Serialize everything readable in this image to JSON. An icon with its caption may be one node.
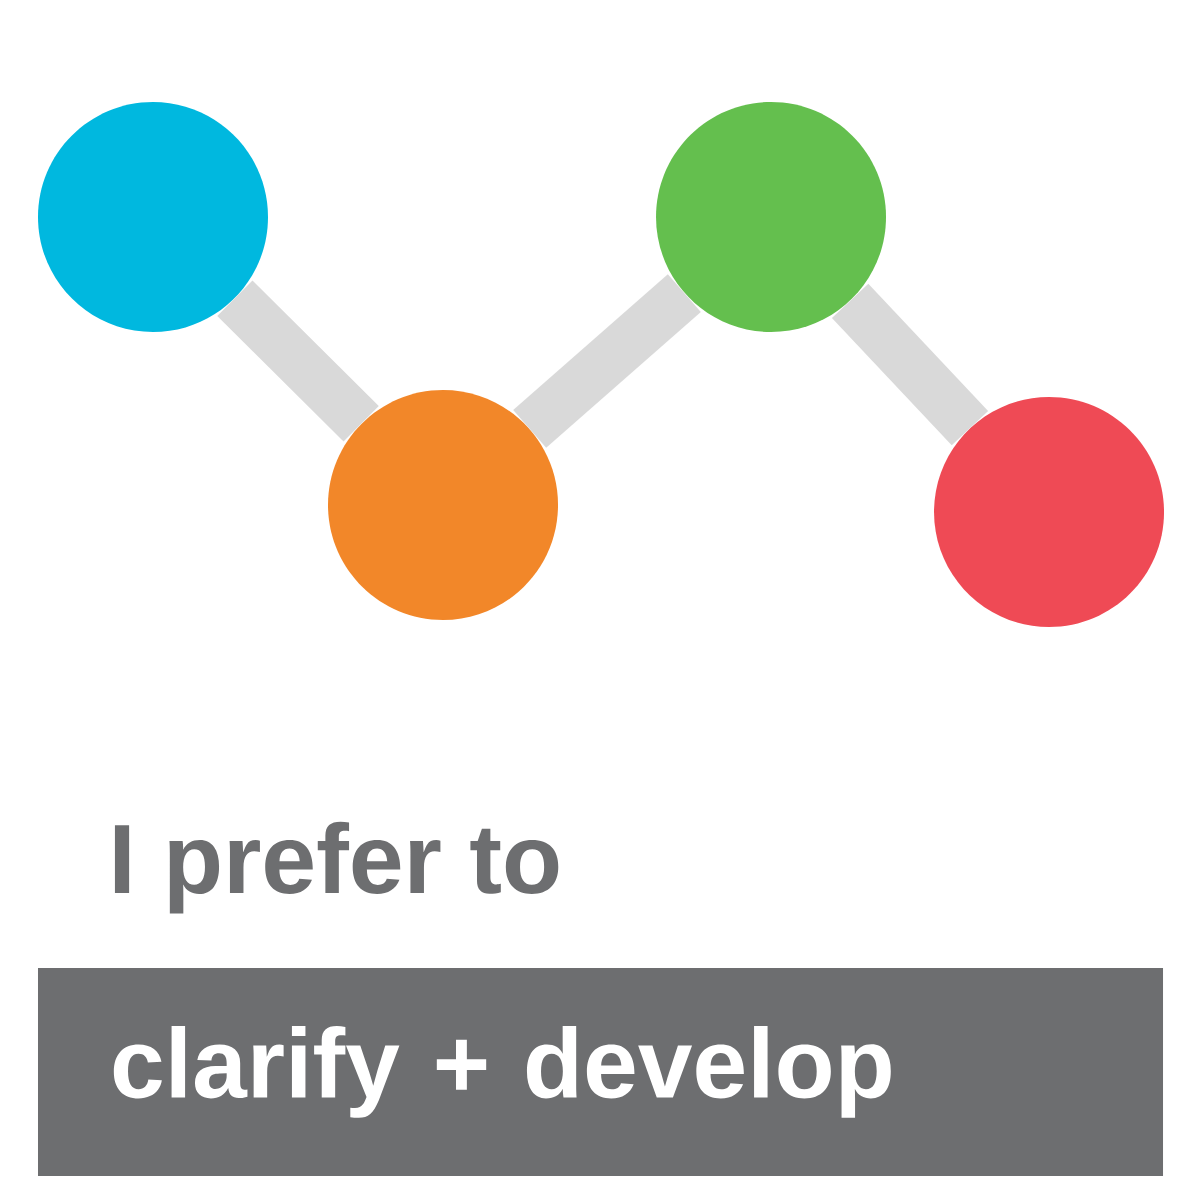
{
  "diagram": {
    "nodes": [
      {
        "text": [],
        "shape": "circle"
      },
      {
        "text": [],
        "shape": "circle"
      },
      {
        "text": [],
        "shape": "circle"
      },
      {
        "text": [],
        "shape": "circle"
      },
      {
        "text": [
          "clarify + develop"
        ]
      }
    ],
    "edges": [
      {
        "from": 0,
        "to": 1,
        "arrow": "none"
      },
      {
        "from": 1,
        "to": 2,
        "arrow": "none"
      },
      {
        "from": 2,
        "to": 3,
        "arrow": "none"
      }
    ],
    "labels": [
      "I prefer to"
    ]
  }
}
